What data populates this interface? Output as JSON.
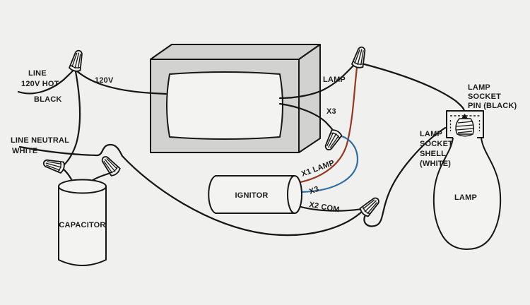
{
  "diagram": {
    "labels": {
      "line": "LINE",
      "line_voltage": "120V HOT",
      "hot_color": "BLACK",
      "ballast_input": "120V",
      "line_neutral": "LINE NEUTRAL",
      "neutral_color": "WHITE",
      "capacitor": "CAPACITOR",
      "ignitor": "IGNITOR",
      "ballast_lamp_lead": "LAMP",
      "ballast_x3_lead": "X3",
      "ignitor_x1": "X1 LAMP",
      "ignitor_x3": "X3",
      "ignitor_x2": "X2 COM",
      "socket_pin_line1": "LAMP",
      "socket_pin_line2": "SOCKET",
      "socket_pin_line3": "PIN (BLACK)",
      "socket_shell_line1": "LAMP",
      "socket_shell_line2": "SOCKET",
      "socket_shell_line3": "SHELL",
      "socket_shell_line4": "(WHITE)",
      "lamp": "LAMP"
    },
    "colors": {
      "background": "#f0f1ef",
      "wire_black": "#161616",
      "wire_red": "#993620",
      "wire_blue": "#2d6ea6",
      "component_gray": "#d2d3d1",
      "component_light": "#f3f4f2",
      "label_text": "#1c1c1c"
    }
  }
}
